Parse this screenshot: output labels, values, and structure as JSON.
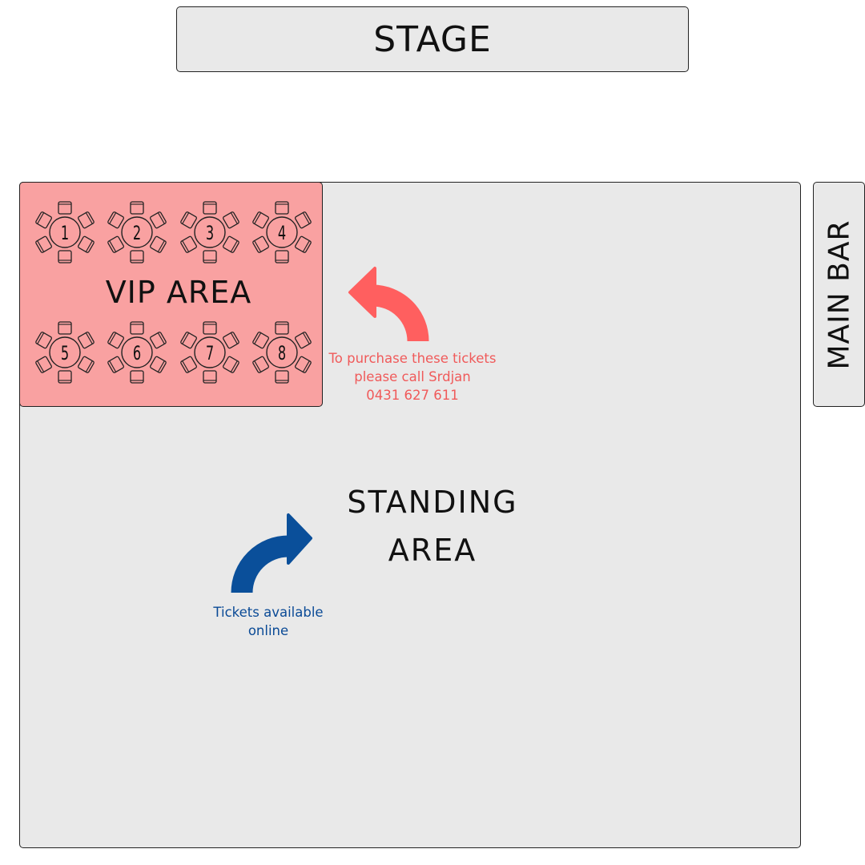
{
  "stage": {
    "label": "STAGE"
  },
  "main_bar": {
    "label": "MAIN BAR"
  },
  "vip_area": {
    "label": "VIP AREA",
    "tables": [
      "1",
      "2",
      "3",
      "4",
      "5",
      "6",
      "7",
      "8"
    ],
    "note": [
      "To purchase these tickets",
      "please call Srdjan",
      "0431 627 611"
    ]
  },
  "standing_area": {
    "label_lines": [
      "STANDING",
      "AREA"
    ],
    "note": [
      "Tickets available",
      "online"
    ]
  },
  "colors": {
    "vip": "#f9a1a1",
    "red_arrow": "#ff5f5f",
    "blue_arrow": "#0a4f9a",
    "floor": "#e9e9e9"
  }
}
